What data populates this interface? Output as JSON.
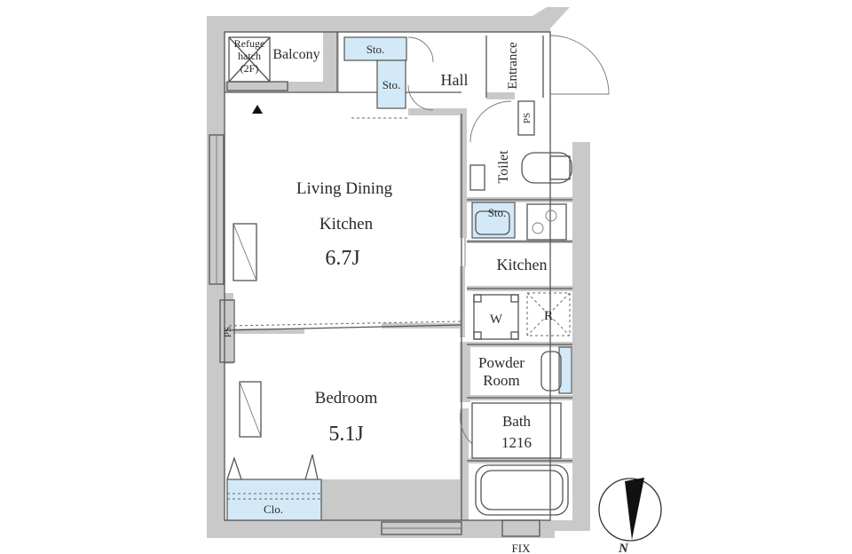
{
  "rooms": {
    "refuge_hatch": "Refuge\nhatch\n(2F)",
    "balcony": "Balcony",
    "sto_top": "Sto.",
    "sto_hall": "Sto.",
    "hall": "Hall",
    "entrance": "Entrance",
    "ps_top": "PS",
    "toilet": "Toilet",
    "sto_kitchen": "Sto.",
    "kitchen": "Kitchen",
    "washer": "W",
    "refrigerator": "R",
    "powder_room": [
      "Powder",
      "Room"
    ],
    "bath": [
      "Bath",
      "1216"
    ],
    "living_dining_kitchen": [
      "Living Dining",
      "Kitchen"
    ],
    "ldk_size": "6.7J",
    "ps_left": "PS",
    "bedroom": "Bedroom",
    "bedroom_size": "5.1J",
    "closet": "Clo.",
    "fix": "FIX"
  },
  "compass": {
    "label": "N"
  },
  "colors": {
    "wall": "#c9c9c9",
    "storage": "#d3e9f7",
    "line": "#555555"
  }
}
